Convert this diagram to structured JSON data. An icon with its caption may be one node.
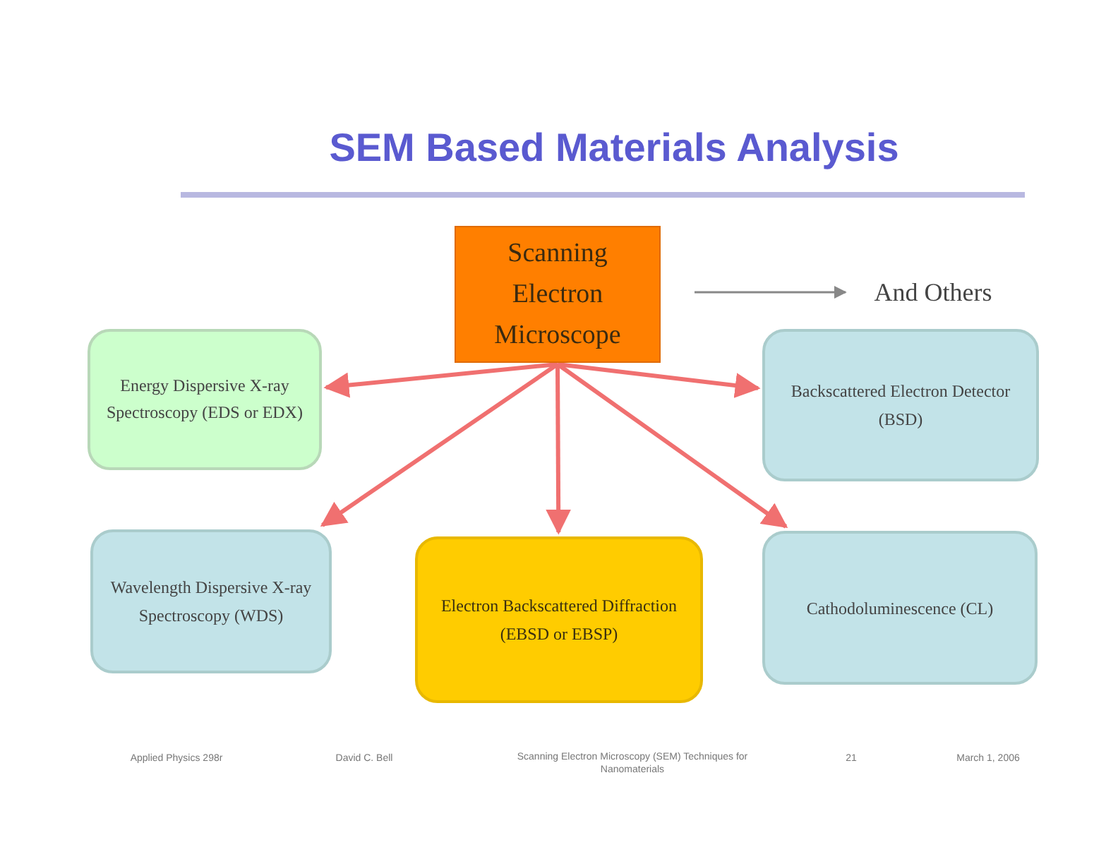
{
  "diagram": {
    "title": "SEM Based Materials Analysis",
    "nodes": [
      {
        "text": [
          "Scanning Electron Microscope"
        ]
      },
      {
        "text": [
          "Energy Dispersive X-ray Spectroscopy (EDS or EDX)"
        ]
      },
      {
        "text": [
          "Backscattered Electron Detector (BSD)"
        ]
      },
      {
        "text": [
          "Wavelength Dispersive X-ray Spectroscopy (WDS)"
        ]
      },
      {
        "text": [
          "Electron Backscattered Diffraction (EBSD or EBSP)"
        ]
      },
      {
        "text": [
          "Cathodoluminescence (CL)"
        ]
      },
      {
        "text": [
          "And Others"
        ]
      }
    ],
    "edges": [
      {
        "from": 0,
        "to": 1,
        "arrow": "to"
      },
      {
        "from": 0,
        "to": 2,
        "arrow": "to"
      },
      {
        "from": 0,
        "to": 3,
        "arrow": "to"
      },
      {
        "from": 0,
        "to": 4,
        "arrow": "to"
      },
      {
        "from": 0,
        "to": 5,
        "arrow": "to"
      },
      {
        "from": null,
        "to": 6,
        "arrow": "to",
        "color": "#888888"
      }
    ],
    "labels": [
      "Applied Physics 298r",
      "David C. Bell",
      "Scanning Electron Microscopy (SEM) Techniques for Nanomaterials",
      "21",
      "March 1, 2006"
    ]
  }
}
